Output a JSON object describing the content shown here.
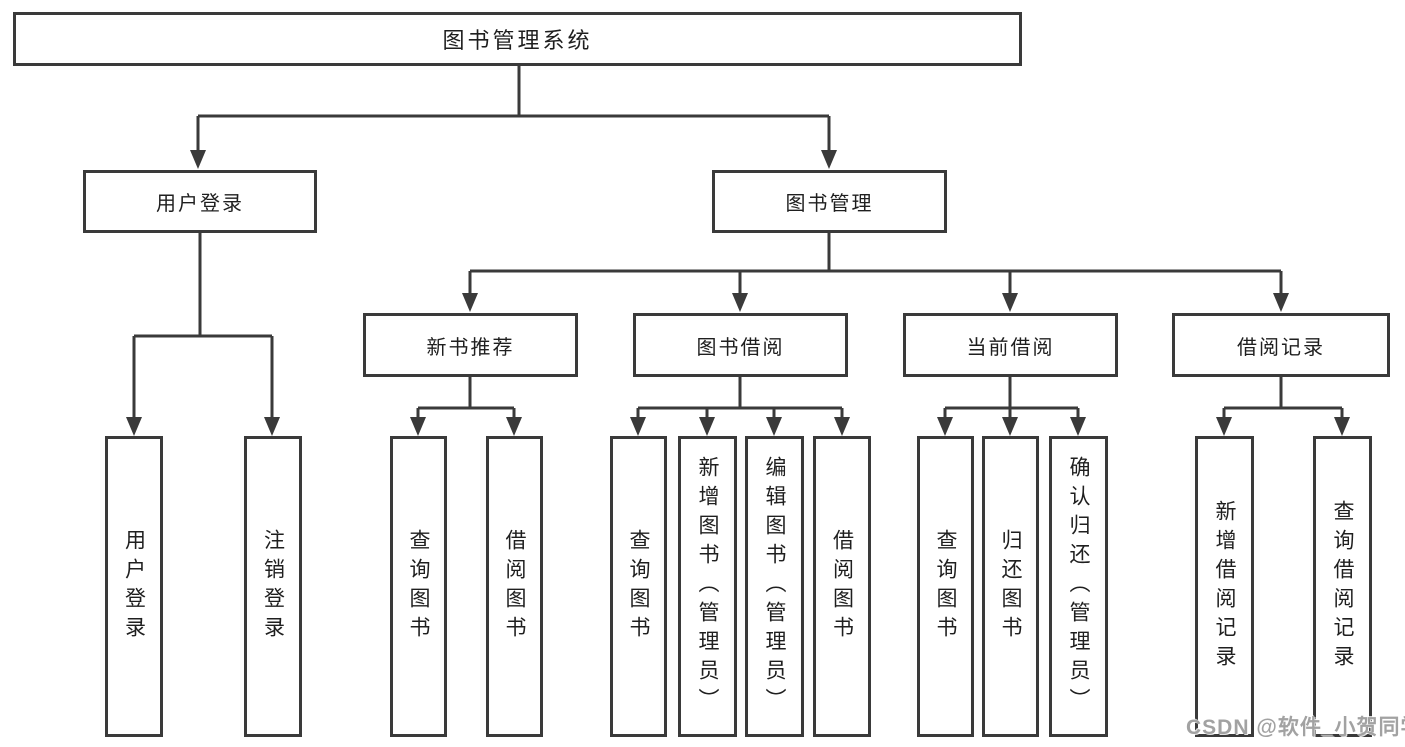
{
  "tree": {
    "root": {
      "label": "图书管理系统"
    },
    "branches": [
      {
        "label": "用户登录",
        "children": [
          {
            "label": "用户登录"
          },
          {
            "label": "注销登录"
          }
        ]
      },
      {
        "label": "图书管理",
        "children": [
          {
            "label": "新书推荐",
            "children": [
              {
                "label": "查询图书"
              },
              {
                "label": "借阅图书"
              }
            ]
          },
          {
            "label": "图书借阅",
            "children": [
              {
                "label": "查询图书"
              },
              {
                "label": "新增图书（管理员）"
              },
              {
                "label": "编辑图书（管理员）"
              },
              {
                "label": "借阅图书"
              }
            ]
          },
          {
            "label": "当前借阅",
            "children": [
              {
                "label": "查询图书"
              },
              {
                "label": "归还图书"
              },
              {
                "label": "确认归还（管理员）"
              }
            ]
          },
          {
            "label": "借阅记录",
            "children": [
              {
                "label": "新增借阅记录"
              },
              {
                "label": "查询借阅记录"
              }
            ]
          }
        ]
      }
    ]
  },
  "watermark": "CSDN @软件_小贺同学",
  "colors": {
    "line": "#3a3a3a",
    "text": "#1f1f1f",
    "background": "#ffffff",
    "watermark": "#a2a2a2"
  }
}
